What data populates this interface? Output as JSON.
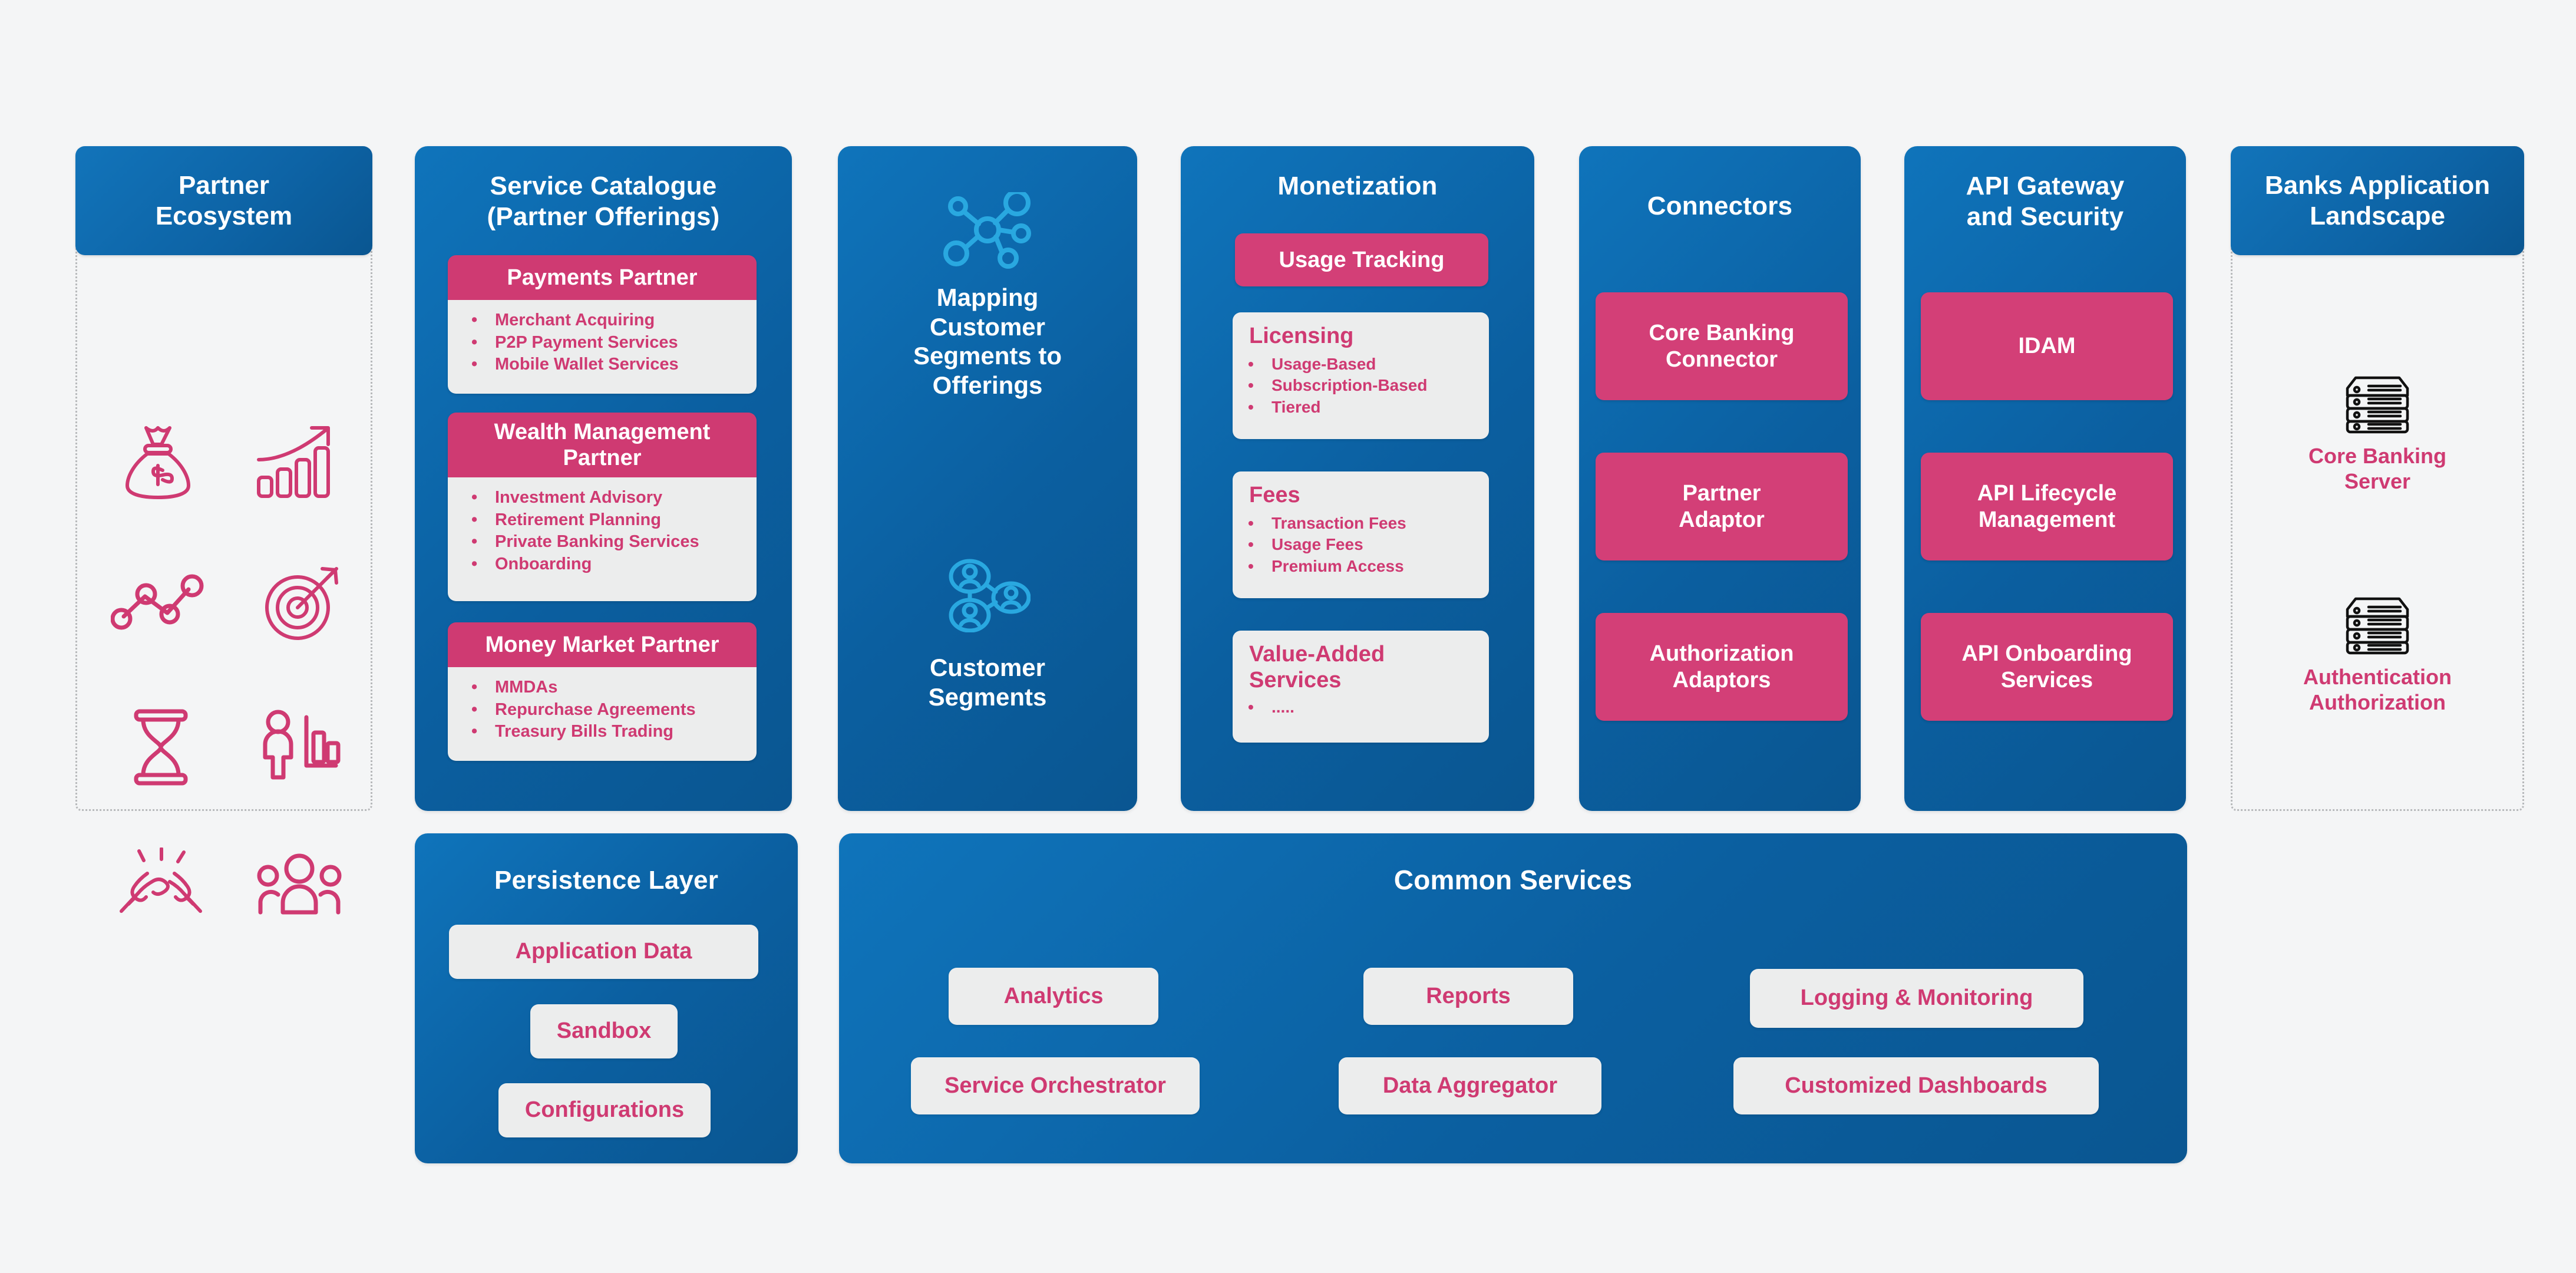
{
  "theme": {
    "background": "#f4f5f6",
    "blue_panel": "#0d65a7",
    "pink": "#cf3a72",
    "pink_pill": "#d33f77",
    "light_card": "#eceded",
    "accent_cyan": "#29a8e0",
    "dotted_border": "#b7b9bb"
  },
  "partner_ecosystem": {
    "title": "Partner\nEcosystem",
    "title_line1": "Partner",
    "title_line2": "Ecosystem",
    "icons": [
      {
        "name": "money-bag-icon",
        "label": "money bag with dollar"
      },
      {
        "name": "growth-bar-chart-icon",
        "label": "rising bar chart with arrow"
      },
      {
        "name": "line-graph-nodes-icon",
        "label": "connected data points line"
      },
      {
        "name": "target-arrow-icon",
        "label": "target with arrow"
      },
      {
        "name": "hourglass-icon",
        "label": "hourglass"
      },
      {
        "name": "person-bar-chart-icon",
        "label": "person with bar chart"
      },
      {
        "name": "handshake-icon",
        "label": "handshake"
      },
      {
        "name": "people-group-icon",
        "label": "group of people"
      }
    ]
  },
  "service_catalogue": {
    "title_line1": "Service Catalogue",
    "title_line2": "(Partner Offerings)",
    "cards": [
      {
        "heading": "Payments Partner",
        "items": [
          "Merchant Acquiring",
          "P2P Payment Services",
          "Mobile Wallet Services"
        ]
      },
      {
        "heading": "Wealth Management Partner",
        "heading_line1": "Wealth Management",
        "heading_line2": "Partner",
        "items": [
          "Investment Advisory",
          "Retirement Planning",
          "Private Banking Services",
          "Onboarding"
        ]
      },
      {
        "heading": "Money Market Partner",
        "items": [
          "MMDAs",
          "Repurchase Agreements",
          "Treasury Bills Trading"
        ]
      }
    ]
  },
  "mapping": {
    "top_icon": "network-nodes-icon",
    "top_title_lines": [
      "Mapping",
      "Customer",
      "Segments to",
      "Offerings"
    ],
    "bottom_icon": "customer-segments-icon",
    "bottom_title_lines": [
      "Customer",
      "Segments"
    ]
  },
  "monetization": {
    "title": "Monetization",
    "usage_tracking": "Usage Tracking",
    "sections": [
      {
        "title": "Licensing",
        "items": [
          "Usage-Based",
          "Subscription-Based",
          "Tiered"
        ]
      },
      {
        "title": "Fees",
        "items": [
          "Transaction Fees",
          "Usage Fees",
          "Premium Access"
        ]
      },
      {
        "title": "Value-Added Services",
        "title_line1": "Value-Added",
        "title_line2": "Services",
        "items": [
          "....."
        ]
      }
    ]
  },
  "connectors": {
    "title": "Connectors",
    "items": [
      {
        "label": "Core Banking Connector",
        "line1": "Core Banking",
        "line2": "Connector"
      },
      {
        "label": "Partner Adaptor",
        "line1": "Partner",
        "line2": "Adaptor"
      },
      {
        "label": "Authorization Adaptors",
        "line1": "Authorization",
        "line2": "Adaptors"
      }
    ]
  },
  "api_gateway": {
    "title_line1": "API Gateway",
    "title_line2": "and Security",
    "items": [
      {
        "label": "IDAM",
        "line1": "IDAM",
        "line2": ""
      },
      {
        "label": "API Lifecycle Management",
        "line1": "API Lifecycle",
        "line2": "Management"
      },
      {
        "label": "API Onboarding Services",
        "line1": "API Onboarding",
        "line2": "Services"
      }
    ]
  },
  "banks_landscape": {
    "title_line1": "Banks Application",
    "title_line2": "Landscape",
    "items": [
      {
        "icon": "server-stack-icon",
        "label_line1": "Core Banking",
        "label_line2": "Server"
      },
      {
        "icon": "server-stack-icon",
        "label_line1": "Authentication",
        "label_line2": "Authorization"
      }
    ]
  },
  "persistence_layer": {
    "title": "Persistence Layer",
    "items": [
      "Application Data",
      "Sandbox",
      "Configurations"
    ]
  },
  "common_services": {
    "title": "Common Services",
    "items": [
      "Analytics",
      "Reports",
      "Logging & Monitoring",
      "Service Orchestrator",
      "Data Aggregator",
      "Customized Dashboards"
    ]
  }
}
